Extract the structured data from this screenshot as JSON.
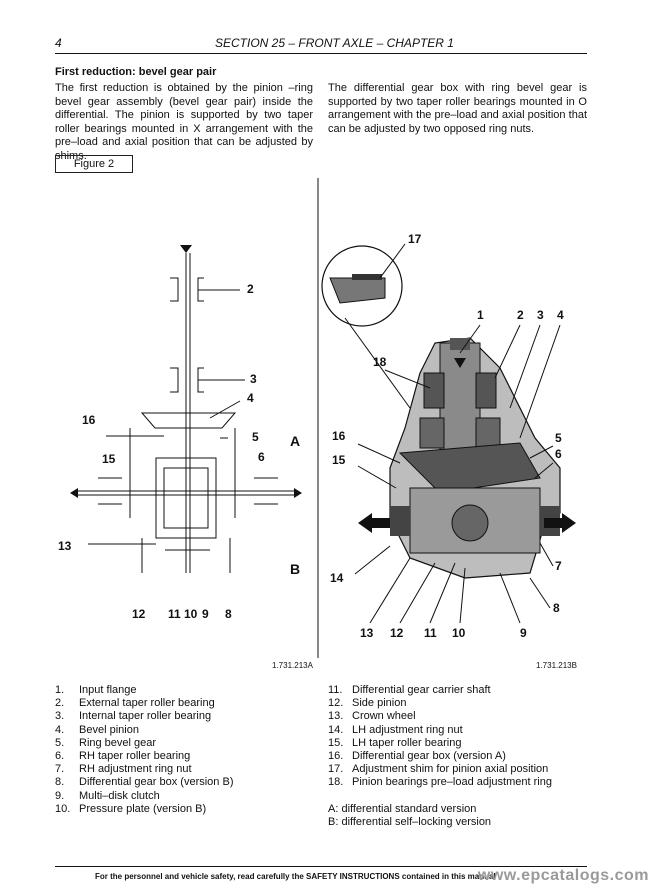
{
  "header": {
    "page_number": "4",
    "section_title": "SECTION 25 – FRONT AXLE – CHAPTER 1"
  },
  "section": {
    "heading": "First reduction: bevel gear pair",
    "left_paragraph": "The first reduction is obtained by the pinion –ring bevel gear assembly (bevel gear pair) inside the differential. The pinion is supported by two taper roller bearings mounted in X arrangement with the pre–load and axial position that can be adjusted by shims.",
    "right_paragraph": "The differential gear box with ring bevel gear is supported by two taper roller bearings mounted in O arrangement with the pre–load and axial position that can be adjusted by two opposed ring nuts."
  },
  "figure": {
    "label": "Figure 2",
    "caption_left": "1.731.213A",
    "caption_right": "1.731.213B",
    "left_callouts": [
      "2",
      "3",
      "4",
      "5",
      "6",
      "15",
      "16",
      "13",
      "12",
      "11",
      "10",
      "9",
      "8"
    ],
    "right_callouts": [
      "17",
      "1",
      "2",
      "3",
      "4",
      "18",
      "16",
      "15",
      "5",
      "6",
      "7",
      "14",
      "8",
      "13",
      "12",
      "11",
      "10",
      "9"
    ],
    "version_marks": [
      "A",
      "B"
    ]
  },
  "legend_left": [
    {
      "num": "1.",
      "text": "Input flange"
    },
    {
      "num": "2.",
      "text": "External taper roller bearing"
    },
    {
      "num": "3.",
      "text": "Internal taper roller bearing"
    },
    {
      "num": "4.",
      "text": "Bevel pinion"
    },
    {
      "num": "5.",
      "text": "Ring bevel gear"
    },
    {
      "num": "6.",
      "text": "RH taper roller bearing"
    },
    {
      "num": "7.",
      "text": "RH adjustment ring nut"
    },
    {
      "num": "8.",
      "text": "Differential gear box (version B)"
    },
    {
      "num": "9.",
      "text": "Multi–disk clutch"
    },
    {
      "num": "10.",
      "text": "Pressure plate (version B)"
    }
  ],
  "legend_right": [
    {
      "num": "11.",
      "text": "Differential gear carrier shaft"
    },
    {
      "num": "12.",
      "text": "Side pinion"
    },
    {
      "num": "13.",
      "text": "Crown wheel"
    },
    {
      "num": "14.",
      "text": "LH adjustment ring nut"
    },
    {
      "num": "15.",
      "text": "LH taper roller bearing"
    },
    {
      "num": "16.",
      "text": "Differential gear box (version A)"
    },
    {
      "num": "17.",
      "text": "Adjustment shim for pinion axial position"
    },
    {
      "num": "18.",
      "text": "Pinion bearings pre–load adjustment ring"
    }
  ],
  "versions": {
    "a": "A: differential standard version",
    "b": "B: differential self–locking version"
  },
  "footer": {
    "text": "For the personnel and vehicle safety, read carefully the SAFETY INSTRUCTIONS contained in this manual",
    "watermark": "www.epcatalogs.com"
  }
}
